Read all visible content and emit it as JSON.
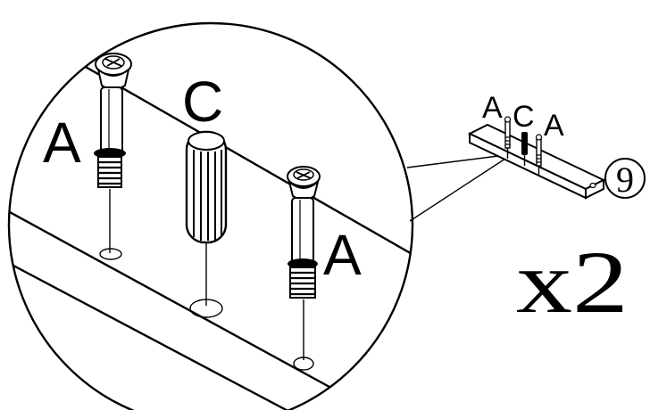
{
  "labels": {
    "part_a_left": "A",
    "part_c": "C",
    "part_a_right": "A",
    "small_a_left": "A",
    "small_c": "C",
    "small_a_right": "A",
    "step_number": "9",
    "quantity": "x2"
  },
  "colors": {
    "ink": "#000000",
    "background": "#ffffff"
  },
  "icons": [
    "cam-bolt-icon",
    "wood-dowel-icon",
    "drill-hole-icon",
    "panel-icon"
  ]
}
